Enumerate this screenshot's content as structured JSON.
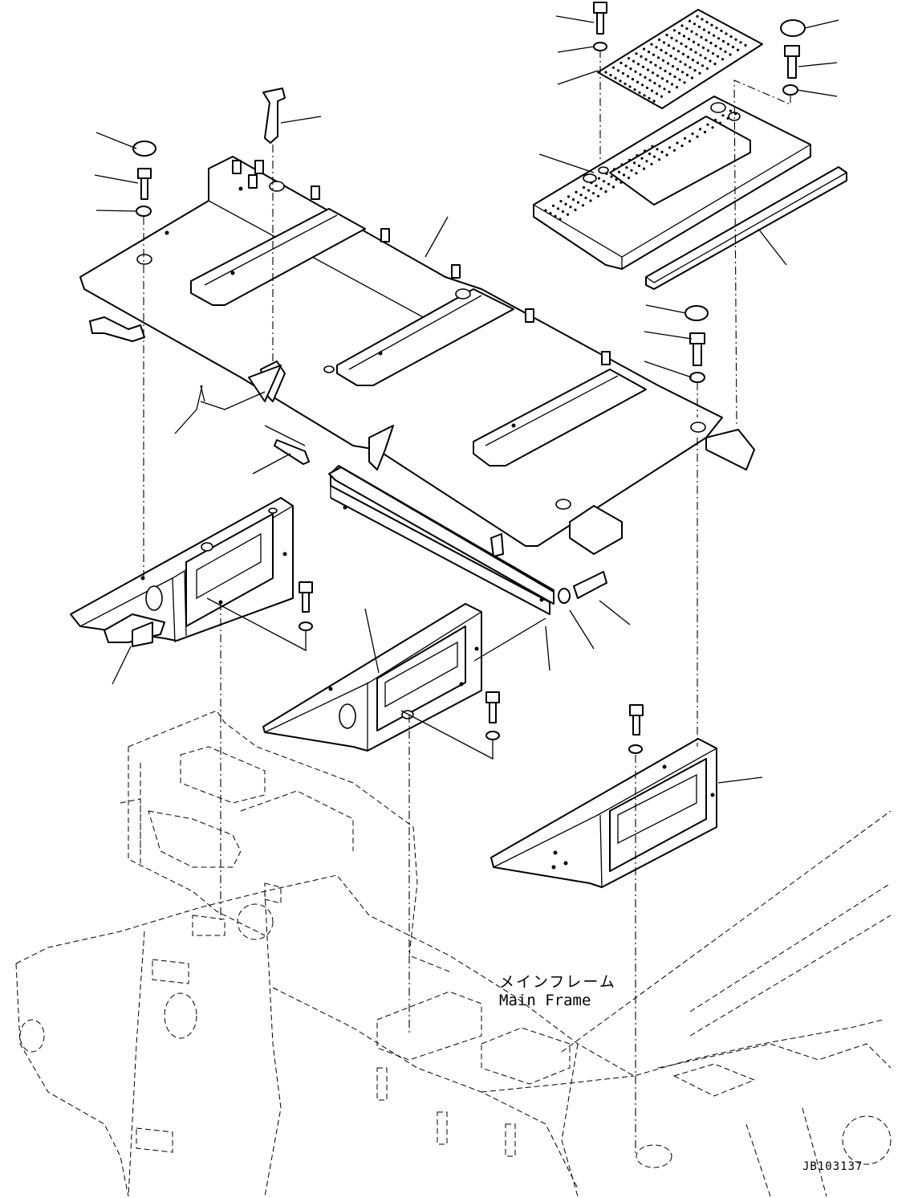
{
  "labels": {
    "main_frame_jp": "メインフレーム",
    "main_frame_en": "Main Frame",
    "drawing_code": "JB103137"
  }
}
